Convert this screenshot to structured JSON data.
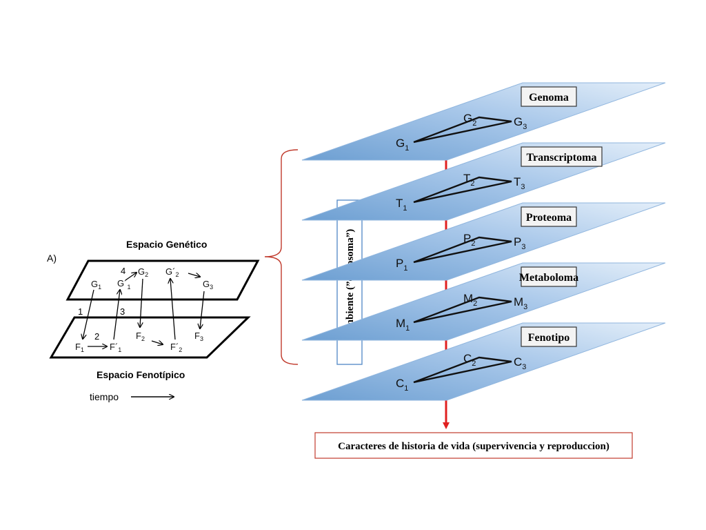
{
  "left_panel": {
    "panel_label": "A)",
    "top_plane_title": "Espacio Genético",
    "bottom_plane_title": "Espacio Fenotípico",
    "time_label": "tiempo",
    "genetic_nodes": [
      {
        "base": "G",
        "sub": "1",
        "prime": ""
      },
      {
        "base": "G",
        "sub": "1",
        "prime": "´"
      },
      {
        "base": "G",
        "sub": "2",
        "prime": ""
      },
      {
        "base": "G",
        "sub": "2",
        "prime": "´"
      },
      {
        "base": "G",
        "sub": "3",
        "prime": ""
      }
    ],
    "phenotypic_nodes": [
      {
        "base": "F",
        "sub": "1",
        "prime": ""
      },
      {
        "base": "F",
        "sub": "1",
        "prime": "´"
      },
      {
        "base": "F",
        "sub": "2",
        "prime": ""
      },
      {
        "base": "F",
        "sub": "2",
        "prime": "´"
      },
      {
        "base": "F",
        "sub": "3",
        "prime": ""
      }
    ],
    "step_numbers": [
      "1",
      "2",
      "3",
      "4"
    ]
  },
  "right_panel": {
    "environment_label": "Ambiente (”exposoma”)",
    "layers": [
      {
        "name": "Genoma",
        "letter": "G"
      },
      {
        "name": "Transcriptoma",
        "letter": "T"
      },
      {
        "name": "Proteoma",
        "letter": "P"
      },
      {
        "name": "Metaboloma",
        "letter": "M"
      },
      {
        "name": "Fenotipo",
        "letter": "C"
      }
    ],
    "node_subscripts": [
      "1",
      "2",
      "3"
    ],
    "outcome_label": "Caracteres de historia de vida (supervivencia y reproduccion)"
  },
  "colors": {
    "plane_light": "#dce9f7",
    "plane_dark": "#6d9fd2",
    "arrow_red": "#e02020",
    "bracket_red": "#c0392b",
    "box_border": "#5b8fc9"
  }
}
